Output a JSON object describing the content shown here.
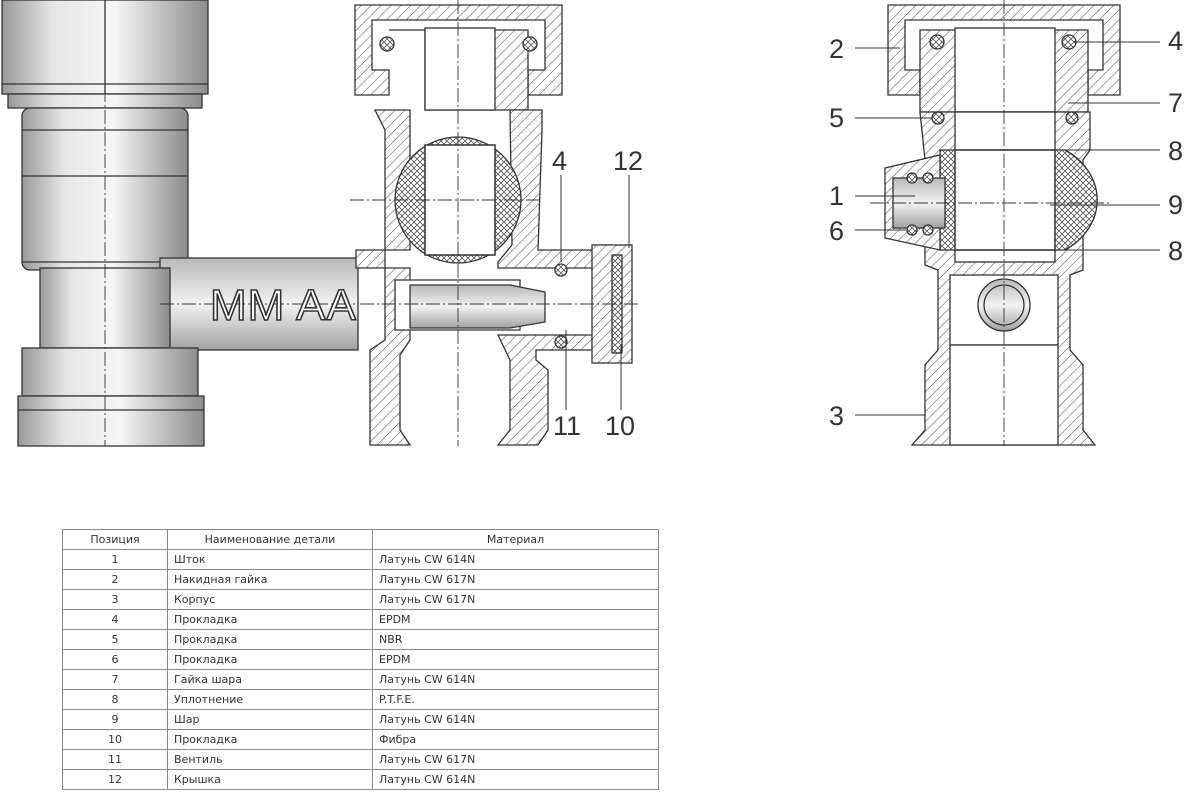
{
  "figure": {
    "engraving": "MM AA",
    "callouts_middle": [
      "4",
      "12",
      "11",
      "10"
    ],
    "callouts_right_left": [
      "2",
      "5",
      "1",
      "6",
      "3"
    ],
    "callouts_right_right": [
      "4",
      "7",
      "8",
      "9",
      "8"
    ]
  },
  "table": {
    "headers": [
      "Позиция",
      "Наименование детали",
      "Материал"
    ],
    "rows": [
      [
        "1",
        "Шток",
        "Латунь CW 614N"
      ],
      [
        "2",
        "Накидная гайка",
        "Латунь CW 617N"
      ],
      [
        "3",
        "Корпус",
        "Латунь CW 617N"
      ],
      [
        "4",
        "Прокладка",
        "EPDM"
      ],
      [
        "5",
        "Прокладка",
        "NBR"
      ],
      [
        "6",
        "Прокладка",
        "EPDM"
      ],
      [
        "7",
        "Гайка шара",
        "Латунь CW 614N"
      ],
      [
        "8",
        "Уплотнение",
        "P.T.F.E."
      ],
      [
        "9",
        "Шар",
        "Латунь CW 614N"
      ],
      [
        "10",
        "Прокладка",
        "Фибра"
      ],
      [
        "11",
        "Вентиль",
        "Латунь CW 617N"
      ],
      [
        "12",
        "Крышка",
        "Латунь CW 614N"
      ]
    ]
  }
}
